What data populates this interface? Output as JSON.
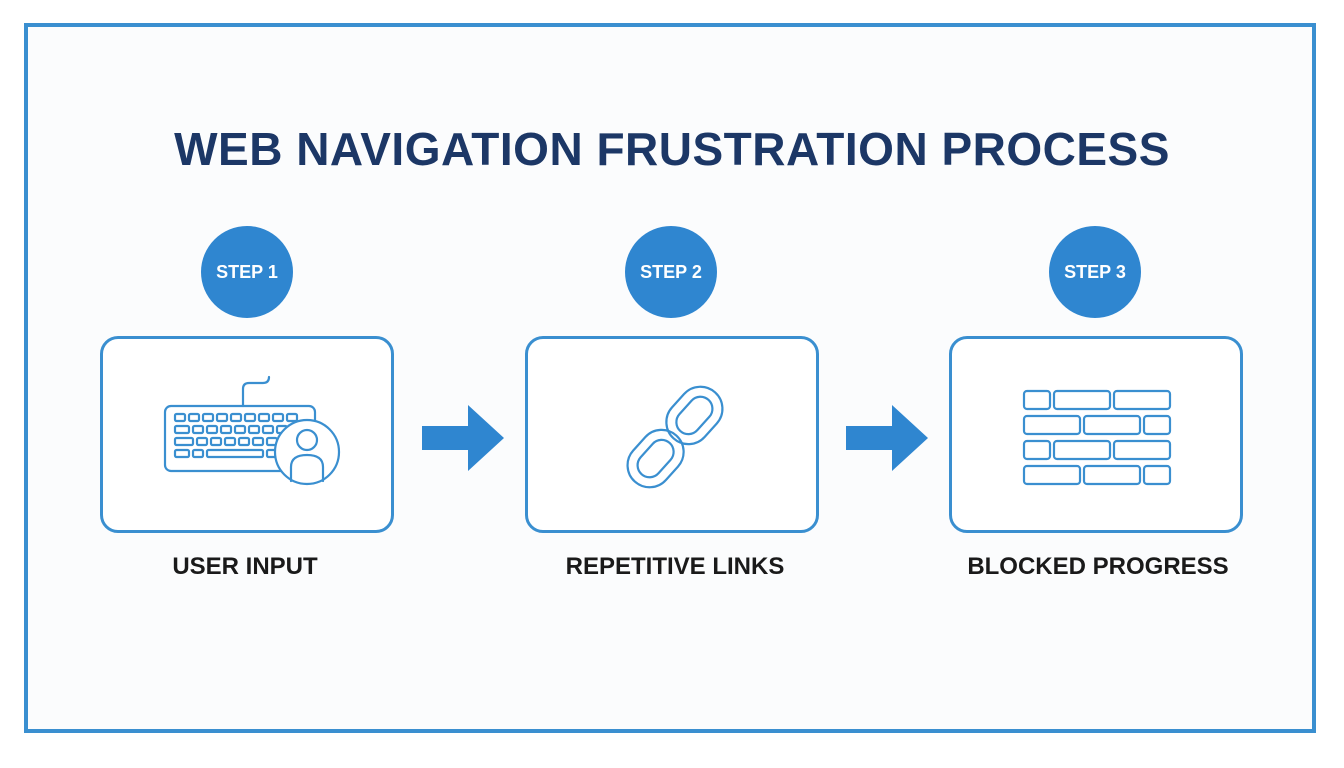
{
  "title": "WEB NAVIGATION FRUSTRATION PROCESS",
  "colors": {
    "accent": "#2f86d0",
    "title": "#1c3766",
    "frame": "#3a8fd0"
  },
  "steps": [
    {
      "badge": "STEP 1",
      "label": "USER INPUT",
      "icon": "keyboard-user-icon"
    },
    {
      "badge": "STEP 2",
      "label": "REPETITIVE LINKS",
      "icon": "chain-link-icon"
    },
    {
      "badge": "STEP 3",
      "label": "BLOCKED PROGRESS",
      "icon": "brick-wall-icon"
    }
  ]
}
